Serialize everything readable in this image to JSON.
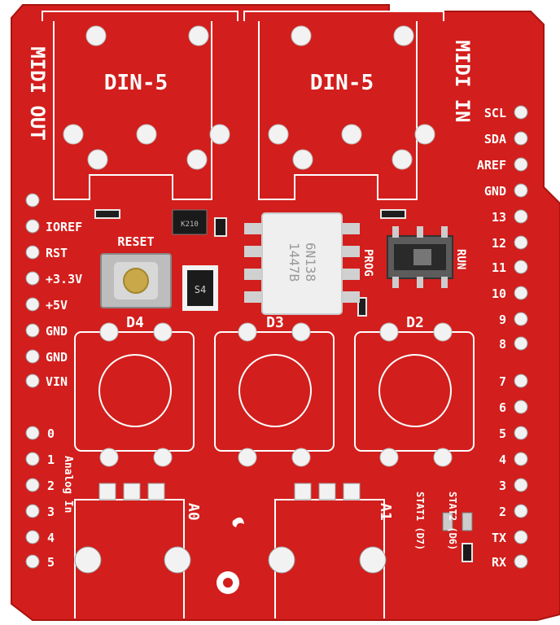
{
  "board": {
    "colors": {
      "pcb": "#d21e1c",
      "pcb_dark": "#b3150f",
      "silkscreen": "#ffffff",
      "pad": "#f2f2f2",
      "ic_body": "#efefef",
      "component": "#2a2a2a"
    },
    "connectors": {
      "midi_out": "MIDI OUT",
      "midi_in": "MIDI IN",
      "din_left": "DIN-5",
      "din_right": "DIN-5"
    },
    "left_header_top": [
      "IOREF",
      "RST",
      "+3.3V",
      "+5V",
      "GND",
      "GND",
      "VIN"
    ],
    "left_header_analog": [
      "0",
      "1",
      "2",
      "3",
      "4",
      "5"
    ],
    "analog_in_label": "Analog In",
    "right_header_top": [
      "SCL",
      "SDA",
      "AREF",
      "GND",
      "13",
      "12",
      "11",
      "10",
      "9",
      "8"
    ],
    "right_header_bottom": [
      "7",
      "6",
      "5",
      "4",
      "3",
      "2",
      "TX",
      "RX"
    ],
    "reset_label": "RESET",
    "optocoupler": {
      "line1": "6N138",
      "line2": "1447B"
    },
    "switch": {
      "left_label": "PROG",
      "right_label": "RUN"
    },
    "diode_label": "S4",
    "small_ic_label": "K210",
    "buttons": [
      "D4",
      "D3",
      "D2"
    ],
    "pots": [
      "A0",
      "A1"
    ],
    "leds": [
      "STAT1 (D7)",
      "STAT2 (D6)"
    ]
  }
}
